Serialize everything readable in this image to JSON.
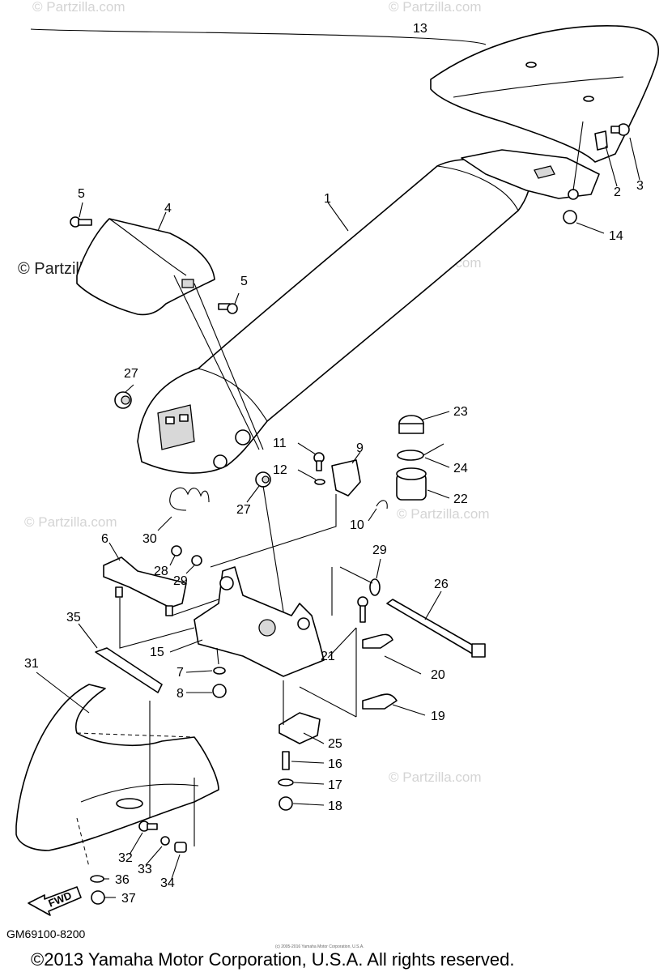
{
  "watermarks": {
    "main": "© Partzilla.com",
    "faded": "© Partzilla.com"
  },
  "callouts": {
    "c1": "1",
    "c2": "2",
    "c3": "3",
    "c4": "4",
    "c5a": "5",
    "c5b": "5",
    "c6": "6",
    "c7": "7",
    "c8": "8",
    "c9": "9",
    "c10": "10",
    "c11": "11",
    "c12": "12",
    "c13": "13",
    "c14": "14",
    "c15": "15",
    "c16": "16",
    "c17": "17",
    "c18": "18",
    "c19": "19",
    "c20": "20",
    "c21": "21",
    "c22": "22",
    "c23": "23",
    "c24": "24",
    "c25": "25",
    "c26": "26",
    "c27a": "27",
    "c27b": "27",
    "c28": "28",
    "c29a": "29",
    "c29b": "29",
    "c30": "30",
    "c31": "31",
    "c32": "32",
    "c33": "33",
    "c34": "34",
    "c35": "35",
    "c36": "36",
    "c37": "37"
  },
  "fwd_label": "FWD",
  "diagram_code": "GM69100-8200",
  "copyright": "©2013 Yamaha Motor Corporation, U.S.A. All rights reserved.",
  "fine_print": "(c) 2005-2016 Yamaha Motor Corporation, U.S.A."
}
